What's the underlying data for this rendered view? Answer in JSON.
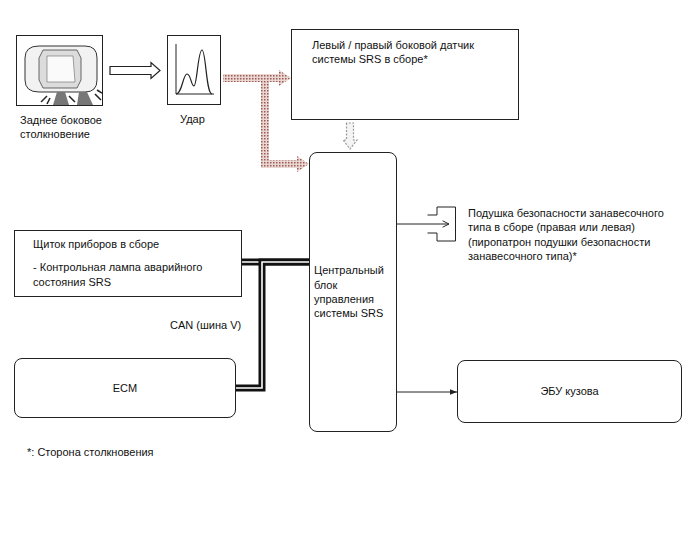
{
  "diagram": {
    "nodes": [
      {
        "text": [
          "Заднее боковое столкновение"
        ]
      },
      {
        "text": [
          "Удар"
        ]
      },
      {
        "text": [
          "Левый / правый боковой датчик системы SRS в сборе*"
        ]
      },
      {
        "text": [
          "Центральный блок управления системы SRS"
        ]
      },
      {
        "text": [
          "Подушка безопасности занавесочного типа в сборе (правая или левая) (пиропатрон подушки безопасности занавесочного типа)*"
        ]
      },
      {
        "text": [
          "Щиток приборов в сборе",
          "- Контрольная лампа аварийного состояния SRS"
        ]
      },
      {
        "text": [
          "ECM"
        ]
      },
      {
        "text": [
          "ЭБУ кузова"
        ]
      }
    ],
    "edges": [
      {
        "from": 0,
        "to": 1,
        "arrow": "to"
      },
      {
        "from": 1,
        "to": 2,
        "arrow": "to"
      },
      {
        "from": 1,
        "to": 3,
        "arrow": "to"
      },
      {
        "from": 2,
        "to": 3,
        "arrow": "to"
      },
      {
        "from": 3,
        "to": 4,
        "arrow": "to"
      },
      {
        "from": 3,
        "to": 5,
        "arrow": "none"
      },
      {
        "from": 3,
        "to": 6,
        "arrow": "none",
        "label": "CAN (шина V)"
      },
      {
        "from": 3,
        "to": 7,
        "arrow": "to"
      }
    ],
    "labels": [
      "*: Сторона столкновения"
    ]
  }
}
